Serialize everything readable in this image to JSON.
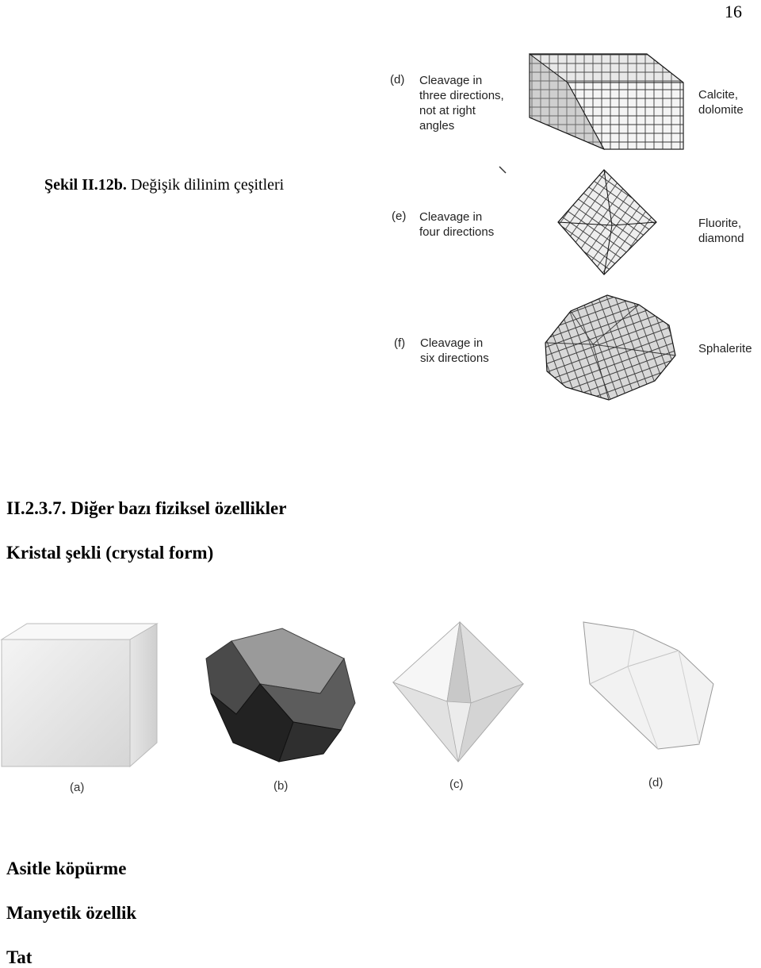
{
  "page_number": "16",
  "figure_caption": {
    "prefix": "Şekil II.12b.",
    "text": "Değişik dilinim çeşitleri"
  },
  "cleavage_figures": [
    {
      "letter": "(d)",
      "description": [
        "Cleavage in",
        "three directions,",
        "not at right",
        "angles"
      ],
      "minerals": [
        "Calcite,",
        "dolomite"
      ]
    },
    {
      "letter": "(e)",
      "description": [
        "Cleavage in",
        "four directions"
      ],
      "minerals": [
        "Fluorite,",
        "diamond"
      ]
    },
    {
      "letter": "(f)",
      "description": [
        "Cleavage in",
        "six directions"
      ],
      "minerals": [
        "Sphalerite"
      ]
    }
  ],
  "section_heading": "II.2.3.7. Diğer bazı fiziksel özellikler",
  "crystal_form_heading": "Kristal şekli (crystal form)",
  "crystal_forms": [
    {
      "label": "(a)"
    },
    {
      "label": "(b)"
    },
    {
      "label": "(c)"
    },
    {
      "label": "(d)"
    }
  ],
  "other_properties": [
    "Asitle köpürme",
    "Manyetik özellik",
    "Tat"
  ]
}
